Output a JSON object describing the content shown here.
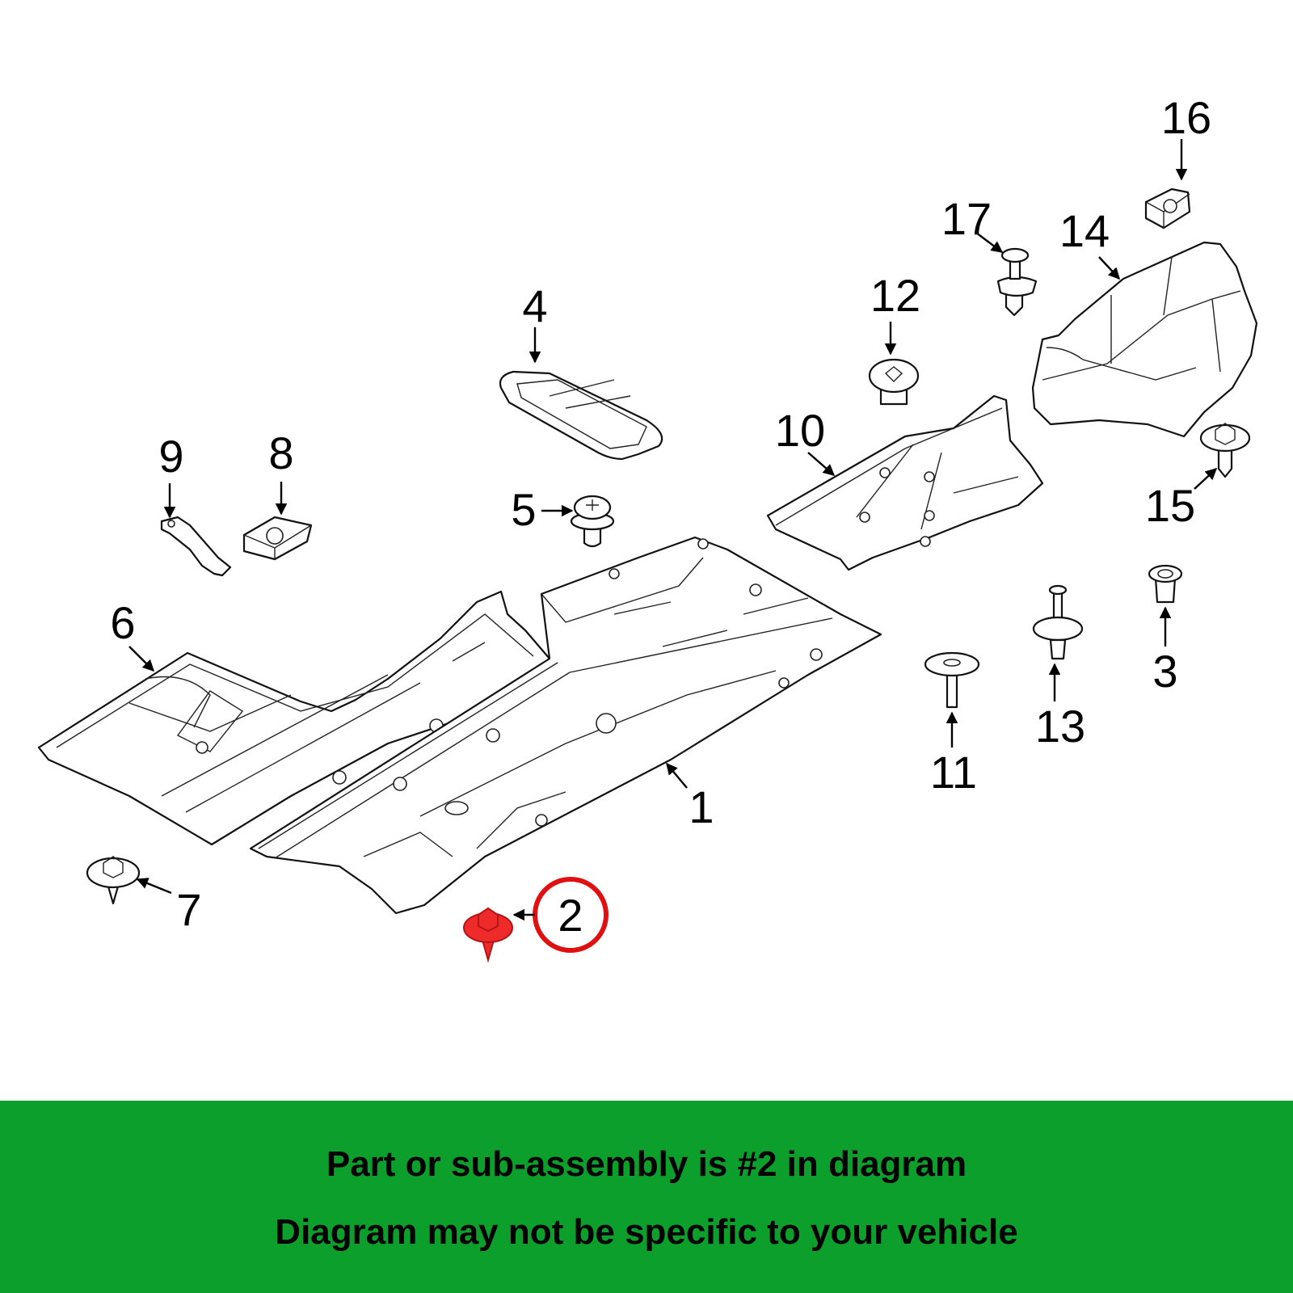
{
  "diagram": {
    "highlighted_callout": "2",
    "highlight_color": "#ee2a2a",
    "callouts": {
      "c1": "1",
      "c2": "2",
      "c3": "3",
      "c4": "4",
      "c5": "5",
      "c6": "6",
      "c7": "7",
      "c8": "8",
      "c9": "9",
      "c10": "10",
      "c11": "11",
      "c12": "12",
      "c13": "13",
      "c14": "14",
      "c15": "15",
      "c16": "16",
      "c17": "17"
    }
  },
  "footer": {
    "line1": "Part or sub-assembly is #2 in diagram",
    "line2": "Diagram may not be specific to your vehicle",
    "background_color": "#0c9f2c"
  }
}
